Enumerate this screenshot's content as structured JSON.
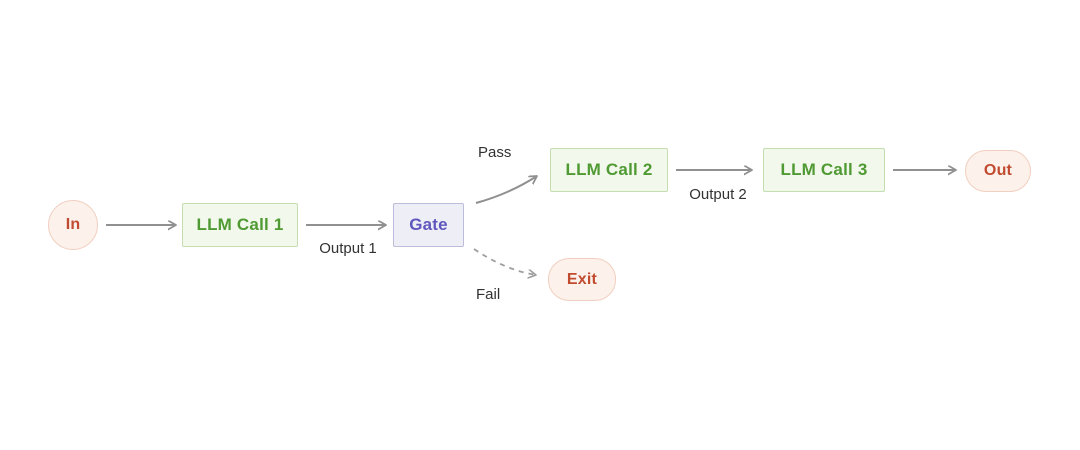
{
  "diagram": {
    "title": "LLM chain with gate flowchart",
    "nodes": {
      "in": {
        "label": "In",
        "shape": "circle",
        "color_role": "pink"
      },
      "llm1": {
        "label": "LLM Call 1",
        "shape": "rect",
        "color_role": "green"
      },
      "gate": {
        "label": "Gate",
        "shape": "rect",
        "color_role": "purple"
      },
      "llm2": {
        "label": "LLM Call 2",
        "shape": "rect",
        "color_role": "green"
      },
      "llm3": {
        "label": "LLM Call 3",
        "shape": "rect",
        "color_role": "green"
      },
      "out": {
        "label": "Out",
        "shape": "pill",
        "color_role": "pink"
      },
      "exit": {
        "label": "Exit",
        "shape": "pill",
        "color_role": "pink"
      }
    },
    "edges": [
      {
        "from": "in",
        "to": "llm1",
        "style": "solid",
        "label": ""
      },
      {
        "from": "llm1",
        "to": "gate",
        "style": "solid",
        "label": "Output 1"
      },
      {
        "from": "gate",
        "to": "llm2",
        "style": "solid",
        "label": "Pass"
      },
      {
        "from": "llm2",
        "to": "llm3",
        "style": "solid",
        "label": "Output 2"
      },
      {
        "from": "llm3",
        "to": "out",
        "style": "solid",
        "label": ""
      },
      {
        "from": "gate",
        "to": "exit",
        "style": "dashed",
        "label": "Fail"
      }
    ],
    "colors": {
      "background": "#ffffff",
      "arrow": "#909090",
      "dashed_arrow": "#9e9e9e",
      "edge_label_text": "#323232",
      "green_fill": "#f2f8eb",
      "green_border": "#c5deb1",
      "green_text": "#4f9a33",
      "purple_fill": "#eeeef7",
      "purple_border": "#bcbcdb",
      "purple_text": "#5f57bd",
      "pink_fill": "#fdf1eb",
      "pink_border": "#f1cfc0",
      "pink_text": "#c04b2f"
    }
  }
}
